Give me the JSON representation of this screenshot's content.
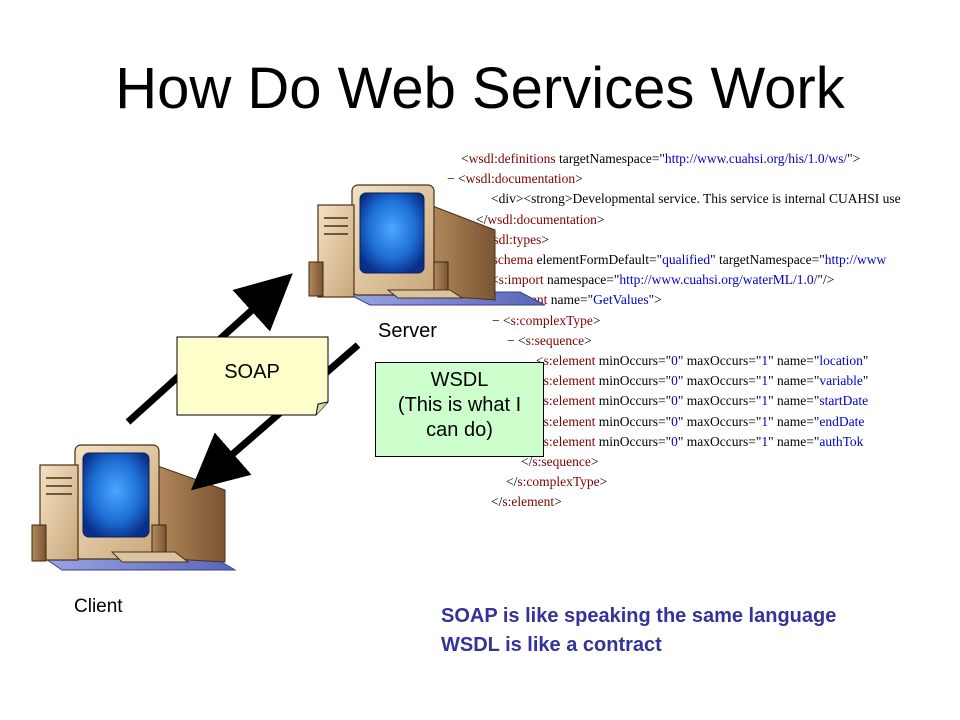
{
  "title": "How Do Web Services Work",
  "server_label": "Server",
  "client_label": "Client",
  "soap_label": "SOAP",
  "wsdl_box": {
    "line1": "WSDL",
    "line2": "(This is what I",
    "line3": "can do)"
  },
  "notes": {
    "line1": "SOAP is like speaking the same language",
    "line2": "WSDL is like a contract"
  },
  "xml_lines": [
    {
      "indent": 1,
      "prefix": "",
      "parts": [
        [
          "m",
          "<"
        ],
        [
          "t",
          "wsdl:definitions"
        ],
        [
          "a",
          " targetNamespace"
        ],
        [
          "m",
          "=\""
        ],
        [
          "v",
          "http://www.cuahsi.org/his/1.0/ws/"
        ],
        [
          "m",
          "\">"
        ]
      ]
    },
    {
      "indent": 1,
      "prefix": "− ",
      "parts": [
        [
          "m",
          "<"
        ],
        [
          "t",
          "wsdl:documentation"
        ],
        [
          "m",
          ">"
        ]
      ]
    },
    {
      "indent": 3,
      "prefix": "",
      "parts": [
        [
          "m",
          "<div><strong>Developmental service. This service is internal CUAHSI use"
        ]
      ]
    },
    {
      "indent": 2,
      "prefix": "",
      "parts": [
        [
          "m",
          "</"
        ],
        [
          "t",
          "wsdl:documentation"
        ],
        [
          "m",
          ">"
        ]
      ]
    },
    {
      "indent": 2,
      "prefix": "",
      "parts": [
        [
          "m",
          "<"
        ],
        [
          "t",
          "wsdl:types"
        ],
        [
          "m",
          ">"
        ]
      ]
    },
    {
      "indent": 2,
      "prefix": "",
      "parts": [
        [
          "m",
          "<"
        ],
        [
          "t",
          "s:schema"
        ],
        [
          "a",
          " elementFormDefault"
        ],
        [
          "m",
          "=\""
        ],
        [
          "v",
          "qualified"
        ],
        [
          "m",
          "\""
        ],
        [
          "a",
          " targetNamespace"
        ],
        [
          "m",
          "=\""
        ],
        [
          "v",
          "http://www"
        ]
      ]
    },
    {
      "indent": 3,
      "prefix": "",
      "parts": [
        [
          "m",
          "<"
        ],
        [
          "t",
          "s:import"
        ],
        [
          "a",
          " namespace"
        ],
        [
          "m",
          "=\""
        ],
        [
          "v",
          "http://www.cuahsi.org/waterML/1.0/"
        ],
        [
          "m",
          "\"/>"
        ]
      ]
    },
    {
      "indent": 3,
      "prefix": "− ",
      "parts": [
        [
          "m",
          "<"
        ],
        [
          "t",
          "s:element"
        ],
        [
          "a",
          " name"
        ],
        [
          "m",
          "=\""
        ],
        [
          "v",
          "GetValues"
        ],
        [
          "m",
          "\">"
        ]
      ]
    },
    {
      "indent": 4,
      "prefix": "− ",
      "parts": [
        [
          "m",
          "<"
        ],
        [
          "t",
          "s:complexType"
        ],
        [
          "m",
          ">"
        ]
      ]
    },
    {
      "indent": 5,
      "prefix": "− ",
      "parts": [
        [
          "m",
          "<"
        ],
        [
          "t",
          "s:sequence"
        ],
        [
          "m",
          ">"
        ]
      ]
    },
    {
      "indent": 6,
      "prefix": "",
      "parts": [
        [
          "m",
          "<"
        ],
        [
          "t",
          "s:element"
        ],
        [
          "a",
          " minOccurs"
        ],
        [
          "m",
          "=\""
        ],
        [
          "v",
          "0"
        ],
        [
          "m",
          "\""
        ],
        [
          "a",
          " maxOccurs"
        ],
        [
          "m",
          "=\""
        ],
        [
          "v",
          "1"
        ],
        [
          "m",
          "\""
        ],
        [
          "a",
          " name"
        ],
        [
          "m",
          "=\""
        ],
        [
          "v",
          "location"
        ],
        [
          "m",
          "\""
        ]
      ]
    },
    {
      "indent": 6,
      "prefix": "",
      "parts": [
        [
          "m",
          "<"
        ],
        [
          "t",
          "s:element"
        ],
        [
          "a",
          " minOccurs"
        ],
        [
          "m",
          "=\""
        ],
        [
          "v",
          "0"
        ],
        [
          "m",
          "\""
        ],
        [
          "a",
          " maxOccurs"
        ],
        [
          "m",
          "=\""
        ],
        [
          "v",
          "1"
        ],
        [
          "m",
          "\""
        ],
        [
          "a",
          " name"
        ],
        [
          "m",
          "=\""
        ],
        [
          "v",
          "variable"
        ],
        [
          "m",
          "\""
        ]
      ]
    },
    {
      "indent": 6,
      "prefix": "",
      "parts": [
        [
          "m",
          "<"
        ],
        [
          "t",
          "s:element"
        ],
        [
          "a",
          " minOccurs"
        ],
        [
          "m",
          "=\""
        ],
        [
          "v",
          "0"
        ],
        [
          "m",
          "\""
        ],
        [
          "a",
          " maxOccurs"
        ],
        [
          "m",
          "=\""
        ],
        [
          "v",
          "1"
        ],
        [
          "m",
          "\""
        ],
        [
          "a",
          " name"
        ],
        [
          "m",
          "=\""
        ],
        [
          "v",
          "startDate"
        ]
      ]
    },
    {
      "indent": 6,
      "prefix": "",
      "parts": [
        [
          "m",
          "<"
        ],
        [
          "t",
          "s:element"
        ],
        [
          "a",
          " minOccurs"
        ],
        [
          "m",
          "=\""
        ],
        [
          "v",
          "0"
        ],
        [
          "m",
          "\""
        ],
        [
          "a",
          " maxOccurs"
        ],
        [
          "m",
          "=\""
        ],
        [
          "v",
          "1"
        ],
        [
          "m",
          "\""
        ],
        [
          "a",
          " name"
        ],
        [
          "m",
          "=\""
        ],
        [
          "v",
          "endDate"
        ]
      ]
    },
    {
      "indent": 6,
      "prefix": "",
      "parts": [
        [
          "m",
          "<"
        ],
        [
          "t",
          "s:element"
        ],
        [
          "a",
          " minOccurs"
        ],
        [
          "m",
          "=\""
        ],
        [
          "v",
          "0"
        ],
        [
          "m",
          "\""
        ],
        [
          "a",
          " maxOccurs"
        ],
        [
          "m",
          "=\""
        ],
        [
          "v",
          "1"
        ],
        [
          "m",
          "\""
        ],
        [
          "a",
          " name"
        ],
        [
          "m",
          "=\""
        ],
        [
          "v",
          "authTok"
        ]
      ]
    },
    {
      "indent": 5,
      "prefix": "",
      "parts": [
        [
          "m",
          "</"
        ],
        [
          "t",
          "s:sequence"
        ],
        [
          "m",
          ">"
        ]
      ]
    },
    {
      "indent": 4,
      "prefix": "",
      "parts": [
        [
          "m",
          "</"
        ],
        [
          "t",
          "s:complexType"
        ],
        [
          "m",
          ">"
        ]
      ]
    },
    {
      "indent": 3,
      "prefix": "",
      "parts": [
        [
          "m",
          "</"
        ],
        [
          "t",
          "s:element"
        ],
        [
          "m",
          ">"
        ]
      ]
    }
  ]
}
